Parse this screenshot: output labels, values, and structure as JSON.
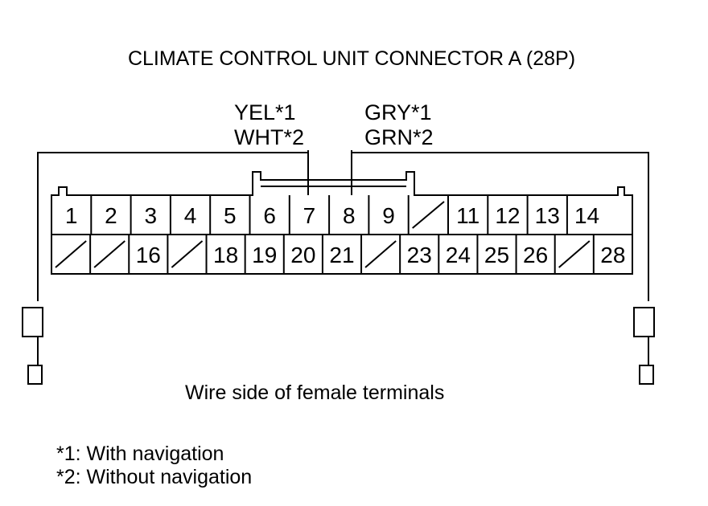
{
  "title": "CLIMATE CONTROL UNIT CONNECTOR A (28P)",
  "wire_labels": {
    "left_line1": "YEL*1",
    "left_line2": "WHT*2",
    "right_line1": "GRY*1",
    "right_line2": "GRN*2"
  },
  "top_row": [
    "1",
    "2",
    "3",
    "4",
    "5",
    "6",
    "7",
    "8",
    "9",
    "",
    "11",
    "12",
    "13",
    "14"
  ],
  "bottom_row": [
    "",
    "",
    "16",
    "",
    "18",
    "19",
    "20",
    "21",
    "",
    "23",
    "24",
    "25",
    "26",
    "",
    "28"
  ],
  "caption": "Wire side of female terminals",
  "notes": [
    "*1: With navigation",
    "*2: Without navigation"
  ]
}
